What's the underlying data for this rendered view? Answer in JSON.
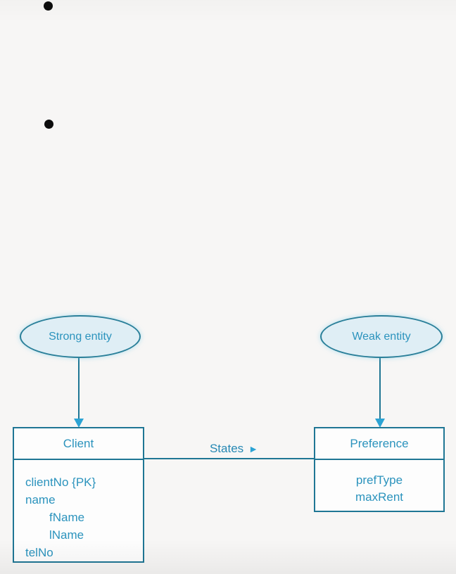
{
  "legend": {
    "strong_entity_label": "Strong entity",
    "weak_entity_label": "Weak entity"
  },
  "entities": [
    {
      "name": "Client",
      "attributes": [
        "clientNo {PK}",
        "name",
        "fName",
        "lName",
        "telNo"
      ]
    },
    {
      "name": "Preference",
      "attributes": [
        "prefType",
        "maxRent"
      ]
    }
  ],
  "relationship": {
    "label": "States",
    "arrow_glyph": "►"
  },
  "bullets": {
    "count": 2,
    "glyph": "●"
  },
  "colors": {
    "line": "#1f7694",
    "oval_border": "#2a7f99",
    "oval_fill": "#dfeef5",
    "text": "#2b93bd",
    "arrowhead": "#2ba3d4",
    "background": "#f7f6f5",
    "bullet": "#0d0d0d"
  }
}
